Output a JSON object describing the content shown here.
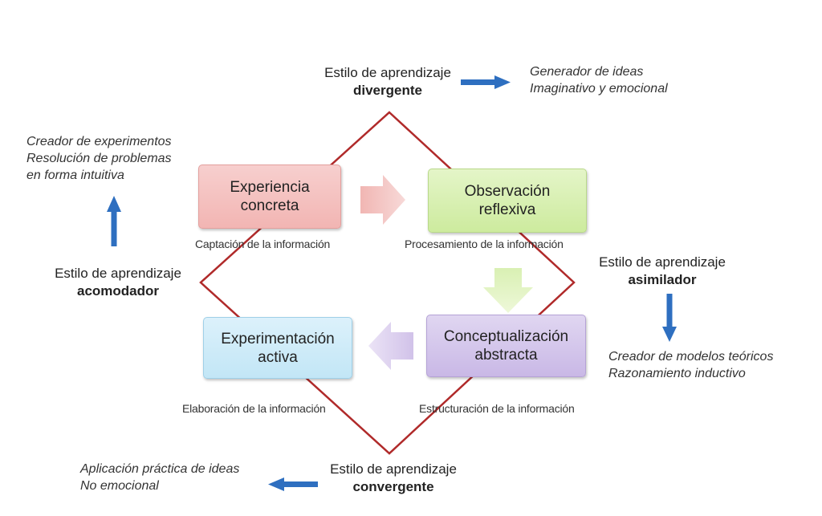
{
  "colors": {
    "diamond": "#b02a2a",
    "arrow_blue": "#2e6fc0",
    "box_experiencia": "#f6c4c3",
    "box_observacion": "#d5efb1",
    "box_conceptualizacion": "#d3c5ea",
    "box_experimentacion": "#cfeaf7"
  },
  "boxes": {
    "experiencia": {
      "line1": "Experiencia",
      "line2": "concreta"
    },
    "observacion": {
      "line1": "Observación",
      "line2": "reflexiva"
    },
    "conceptualizacion": {
      "line1": "Conceptualización",
      "line2": "abstracta"
    },
    "experimentacion": {
      "line1": "Experimentación",
      "line2": "activa"
    }
  },
  "captions": {
    "experiencia": "Captación de la información",
    "observacion": "Procesamiento de la información",
    "conceptualizacion": "Estructuración de la información",
    "experimentacion": "Elaboración de la información"
  },
  "styles": {
    "divergente": {
      "prefix": "Estilo de aprendizaje",
      "name": "divergente",
      "desc1": "Generador de ideas",
      "desc2": "Imaginativo y emocional"
    },
    "asimilador": {
      "prefix": "Estilo de aprendizaje",
      "name": "asimilador",
      "desc1": "Creador de modelos teóricos",
      "desc2": "Razonamiento  inductivo"
    },
    "convergente": {
      "prefix": "Estilo de aprendizaje",
      "name": "convergente",
      "desc1": "Aplicación práctica de ideas",
      "desc2": "No emocional"
    },
    "acomodador": {
      "prefix": "Estilo de aprendizaje",
      "name": "acomodador",
      "desc1": "Creador de experimentos",
      "desc2": "Resolución de problemas",
      "desc3": "en forma intuitiva"
    }
  }
}
